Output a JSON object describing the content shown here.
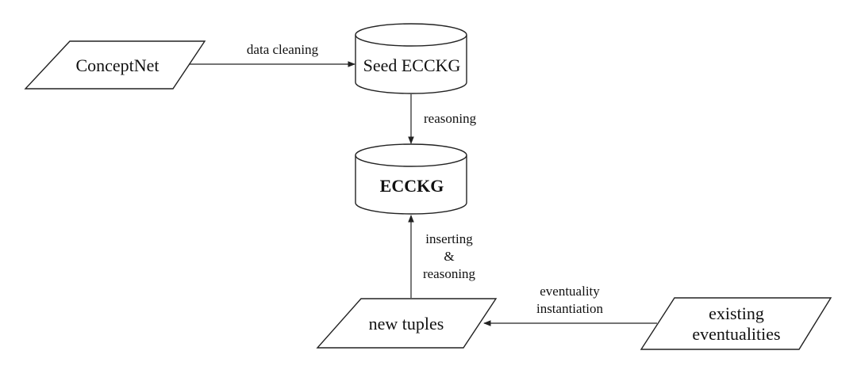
{
  "nodes": {
    "conceptnet": {
      "label": "ConceptNet",
      "shape": "parallelogram"
    },
    "seed_ecckg": {
      "label": "Seed ECCKG",
      "shape": "cylinder"
    },
    "ecckg": {
      "label": "ECCKG",
      "shape": "cylinder"
    },
    "new_tuples": {
      "label": "new tuples",
      "shape": "parallelogram"
    },
    "existing_eventualities": {
      "label_line1": "existing",
      "label_line2": "eventualities",
      "shape": "parallelogram"
    }
  },
  "edges": {
    "data_cleaning": {
      "label": "data cleaning"
    },
    "reasoning": {
      "label": "reasoning"
    },
    "inserting_reasoning": {
      "line1": "inserting",
      "line2": "&",
      "line3": "reasoning"
    },
    "eventuality_instantiation": {
      "line1": "eventuality",
      "line2": "instantiation"
    }
  },
  "colors": {
    "stroke": "#222222",
    "fill": "#ffffff",
    "text": "#111111"
  }
}
